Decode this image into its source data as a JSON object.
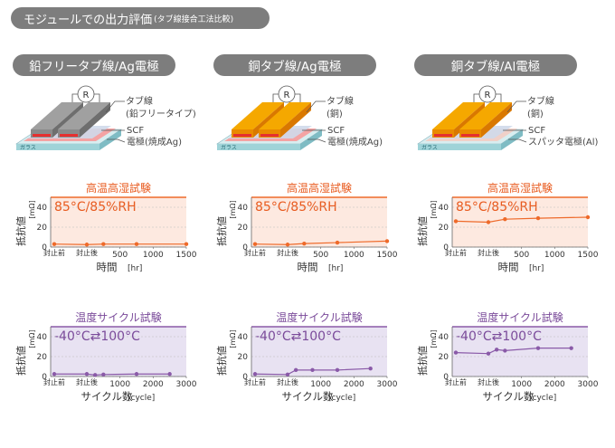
{
  "header": {
    "title": "モジュールでの出力評価",
    "subtitle": "(タブ線接合工法比較)"
  },
  "columns": [
    {
      "title": "鉛フリータブ線/Ag電極",
      "r_label": "R",
      "ribbon_label": "タブ線",
      "ribbon_sub": "(鉛フリータイプ)",
      "scf_label": "SCF",
      "electrode_label": "電極(焼成Ag)",
      "glass_label": "ガラス",
      "ribbon_color": "#a0a0a0",
      "electrode_color": "#f4a3a3"
    },
    {
      "title": "銅タブ線/Ag電極",
      "r_label": "R",
      "ribbon_label": "タブ線",
      "ribbon_sub": "(銅)",
      "scf_label": "SCF",
      "electrode_label": "電極(焼成Ag)",
      "glass_label": "ガラス",
      "ribbon_color": "#f5a800",
      "electrode_color": "#f4a3a3"
    },
    {
      "title": "銅タブ線/Al電極",
      "r_label": "R",
      "ribbon_label": "タブ線",
      "ribbon_sub": "(銅)",
      "scf_label": "SCF",
      "electrode_label": "スパッタ電極(Al)",
      "glass_label": "ガラス",
      "ribbon_color": "#f5a800",
      "electrode_color": "#f0d0c8"
    }
  ],
  "colors": {
    "pill": "#7d7d7d",
    "humid_bg": "#fde9e0",
    "humid_line": "#ee6a2a",
    "humid_text": "#e85a1e",
    "cycle_bg": "#e8e2f2",
    "cycle_line": "#8a5aa8",
    "cycle_text": "#7a4a9a"
  },
  "chart_data": [
    {
      "type": "line",
      "panel": "鉛フリータブ線/Ag電極 高温高湿",
      "title": "高温高湿試験",
      "condition": "85°C/85%RH",
      "ylabel": "抵抗値",
      "yunit": "[mΩ]",
      "xlabel": "時間",
      "xunit": "[hr]",
      "ylim": [
        0,
        50
      ],
      "yticks": [
        0,
        20,
        40
      ],
      "xticks": [
        500,
        1000,
        1500
      ],
      "cat_ticks": [
        "封止前",
        "封止後"
      ],
      "x": [
        "封止前",
        "封止後",
        250,
        750,
        1500
      ],
      "values": [
        3,
        2.5,
        3,
        3,
        3
      ]
    },
    {
      "type": "line",
      "panel": "銅タブ線/Ag電極 高温高湿",
      "title": "高温高湿試験",
      "condition": "85°C/85%RH",
      "ylabel": "抵抗値",
      "yunit": "[mΩ]",
      "xlabel": "時間",
      "xunit": "[hr]",
      "ylim": [
        0,
        50
      ],
      "yticks": [
        0,
        20,
        40
      ],
      "xticks": [
        500,
        1000,
        1500
      ],
      "cat_ticks": [
        "封止前",
        "封止後"
      ],
      "x": [
        "封止前",
        "封止後",
        250,
        750,
        1500
      ],
      "values": [
        3,
        2.5,
        3.5,
        4.5,
        6
      ]
    },
    {
      "type": "line",
      "panel": "銅タブ線/Al電極 高温高湿",
      "title": "高温高湿試験",
      "condition": "85°C/85%RH",
      "ylabel": "抵抗値",
      "yunit": "[mΩ]",
      "xlabel": "時間",
      "xunit": "[hr]",
      "ylim": [
        0,
        50
      ],
      "yticks": [
        0,
        20,
        40
      ],
      "xticks": [
        500,
        1000,
        1500
      ],
      "cat_ticks": [
        "封止前",
        "封止後"
      ],
      "x": [
        "封止前",
        "封止後",
        250,
        750,
        1500
      ],
      "values": [
        26,
        25,
        28,
        29,
        30
      ]
    },
    {
      "type": "line",
      "panel": "鉛フリータブ線/Ag電極 温度サイクル",
      "title": "温度サイクル試験",
      "condition": "-40°C⇄100°C",
      "ylabel": "抵抗値",
      "yunit": "[mΩ]",
      "xlabel": "サイクル数",
      "xunit": "[cycle]",
      "ylim": [
        0,
        50
      ],
      "yticks": [
        0,
        20,
        40
      ],
      "xticks": [
        1000,
        2000,
        3000
      ],
      "cat_ticks": [
        "封止前",
        "封止後"
      ],
      "x": [
        "封止前",
        "封止後",
        250,
        500,
        1500,
        2500
      ],
      "values": [
        2.5,
        2.5,
        1.5,
        2,
        2.5,
        2.5
      ]
    },
    {
      "type": "line",
      "panel": "銅タブ線/Ag電極 温度サイクル",
      "title": "温度サイクル試験",
      "condition": "-40°C⇄100°C",
      "ylabel": "抵抗値",
      "yunit": "[mΩ]",
      "xlabel": "サイクル数",
      "xunit": "[cycle]",
      "ylim": [
        0,
        50
      ],
      "yticks": [
        0,
        20,
        40
      ],
      "xticks": [
        1000,
        2000,
        3000
      ],
      "cat_ticks": [
        "封止前",
        "封止後"
      ],
      "x": [
        "封止前",
        "封止後",
        250,
        750,
        1500,
        2500
      ],
      "values": [
        2.5,
        2,
        6.5,
        6.5,
        6.5,
        8
      ]
    },
    {
      "type": "line",
      "panel": "銅タブ線/Al電極 温度サイクル",
      "title": "温度サイクル試験",
      "condition": "-40°C⇄100°C",
      "ylabel": "抵抗値",
      "yunit": "[mΩ]",
      "xlabel": "サイクル数",
      "xunit": "[cycle]",
      "ylim": [
        0,
        50
      ],
      "yticks": [
        0,
        20,
        40
      ],
      "xticks": [
        1000,
        2000,
        3000
      ],
      "cat_ticks": [
        "封止前",
        "封止後"
      ],
      "x": [
        "封止前",
        "封止後",
        250,
        500,
        1500,
        2500
      ],
      "values": [
        24,
        23,
        27,
        26,
        28.5,
        28.5
      ]
    }
  ]
}
